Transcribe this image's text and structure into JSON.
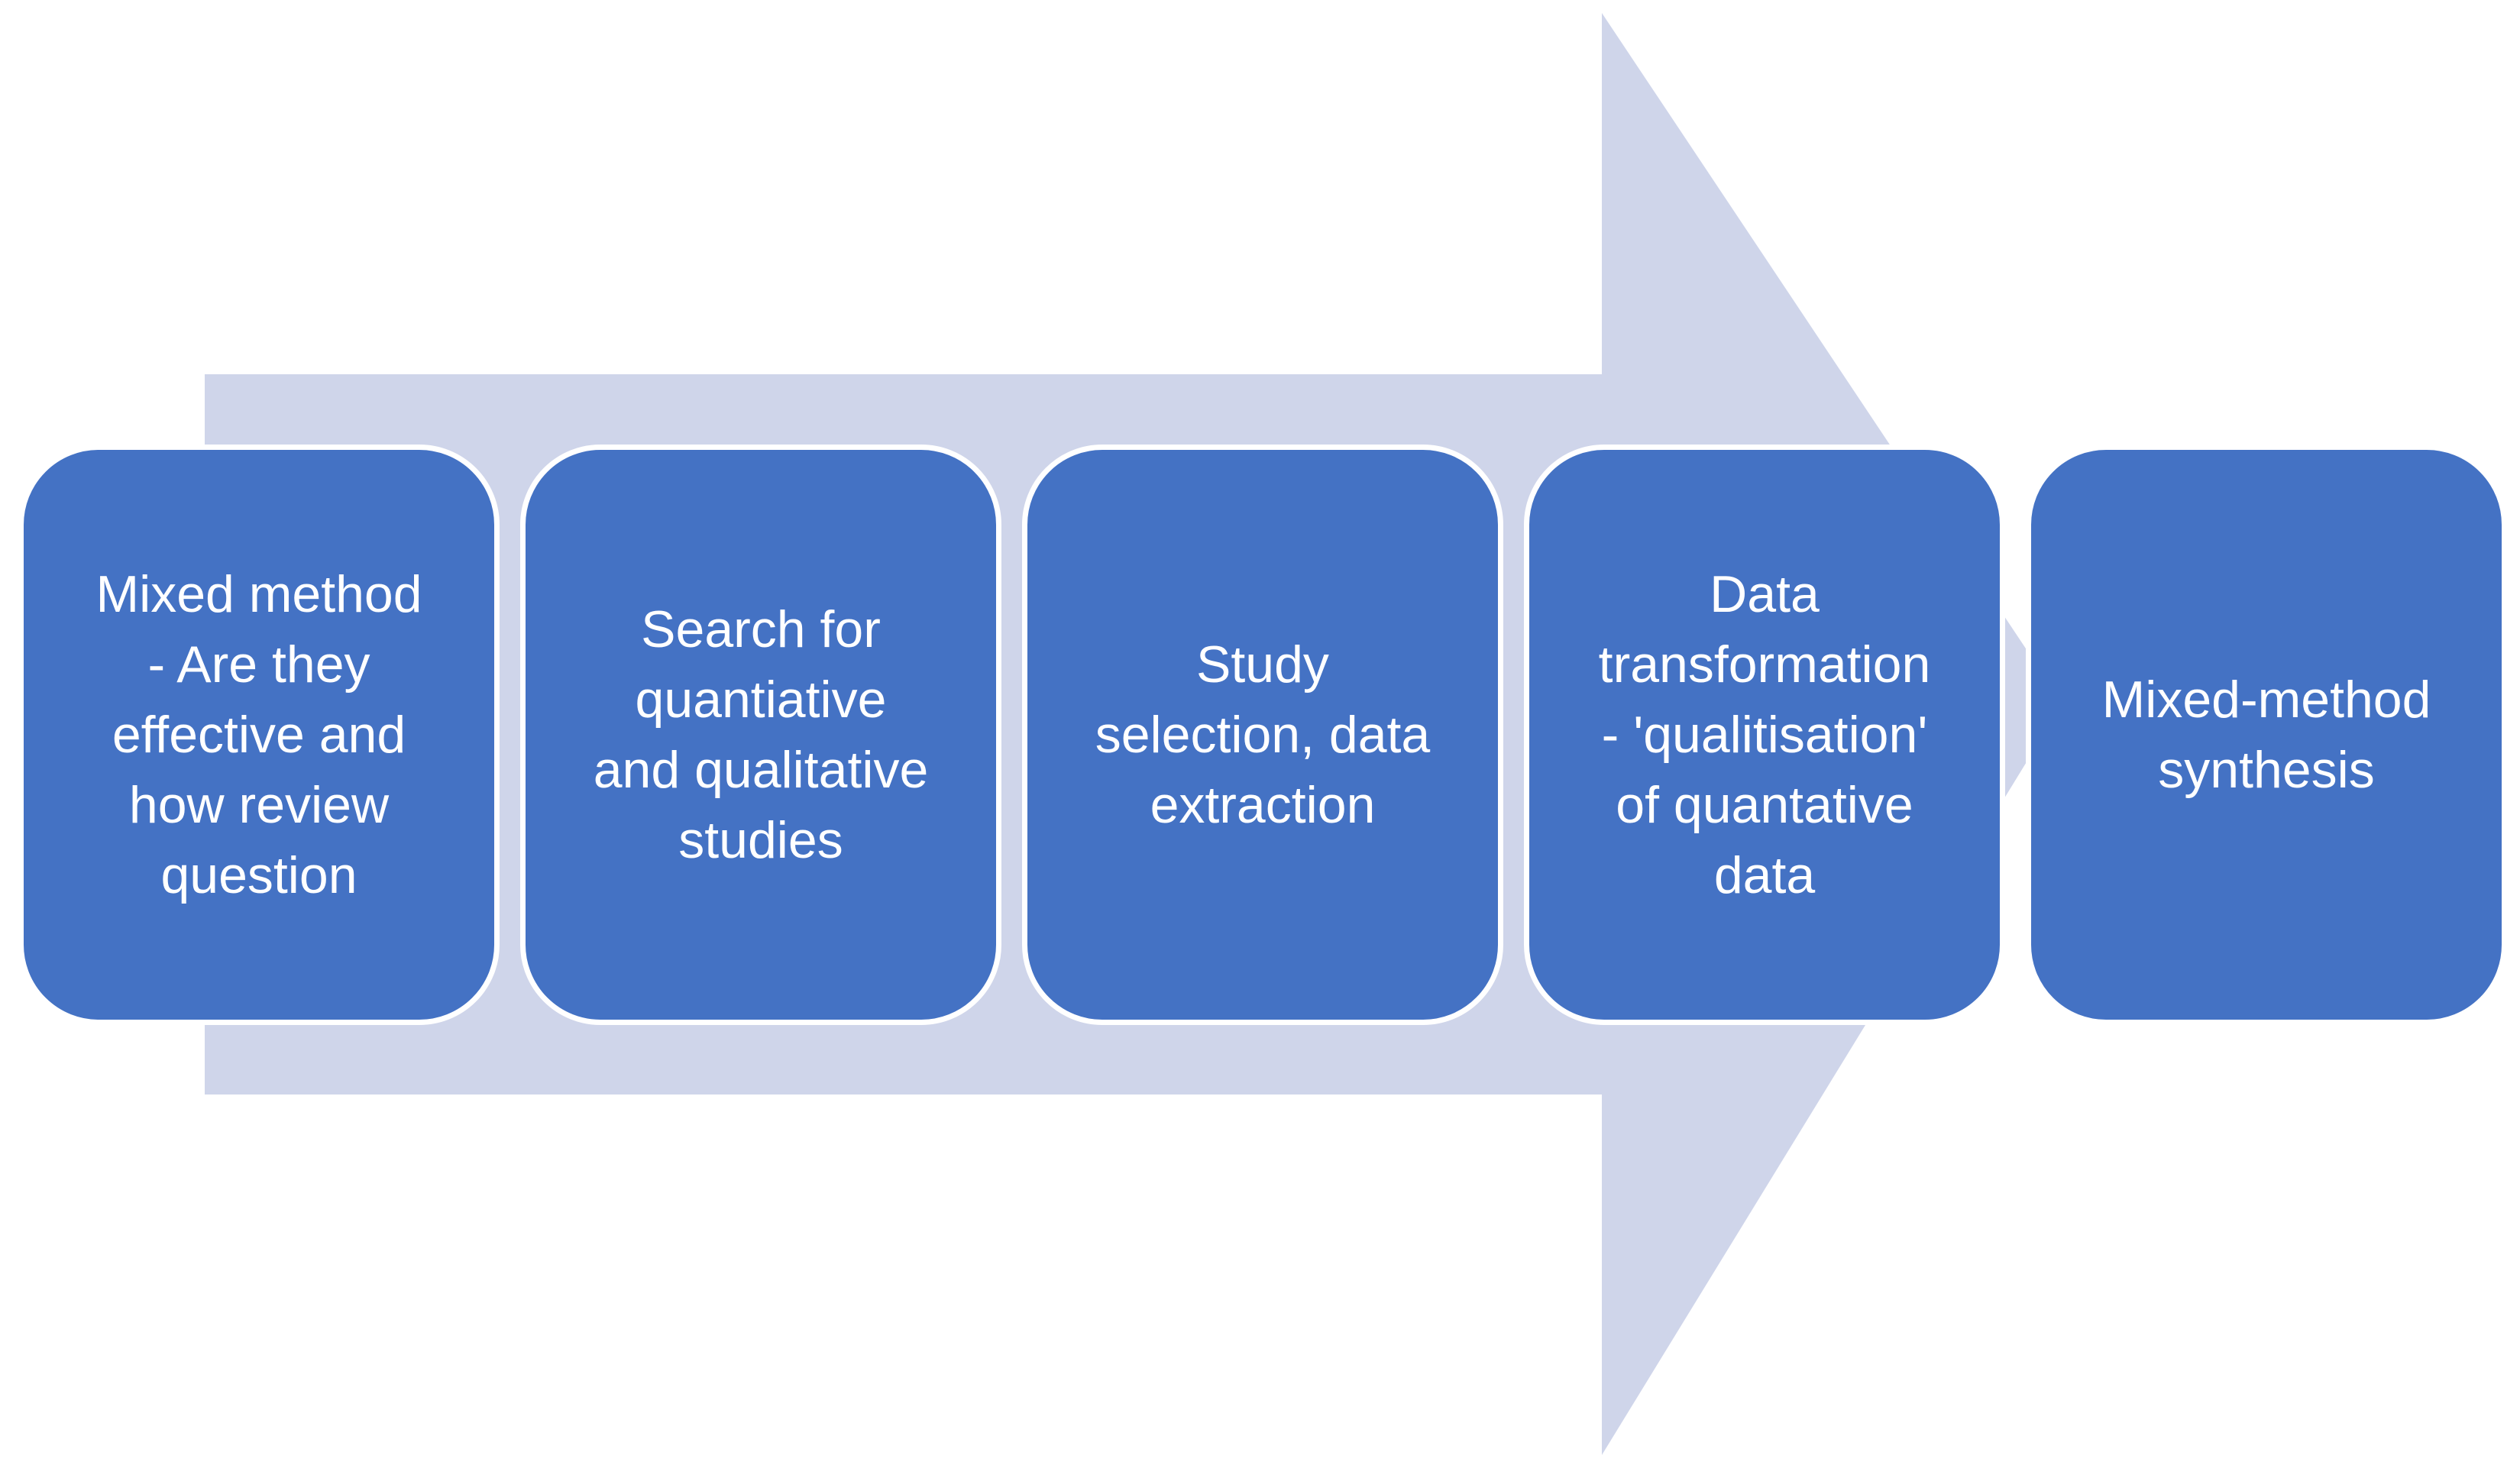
{
  "colors": {
    "arrow_fill": "#cfd5ea",
    "box_fill": "#4472c4",
    "box_border": "#ffffff",
    "text": "#ffffff"
  },
  "diagram": {
    "steps": [
      {
        "id": "1",
        "label": "Mixed method\n- Are they\neffective and\nhow review\nquestion"
      },
      {
        "id": "2",
        "label": "Search for\nquantiative\nand qualitative\nstudies"
      },
      {
        "id": "3",
        "label": "Study\nselection, data\nextraction"
      },
      {
        "id": "4",
        "label": "Data\ntransformation\n- 'qualitisation'\nof quantative\ndata"
      },
      {
        "id": "5",
        "label": "Mixed-method\nsynthesis"
      }
    ]
  }
}
